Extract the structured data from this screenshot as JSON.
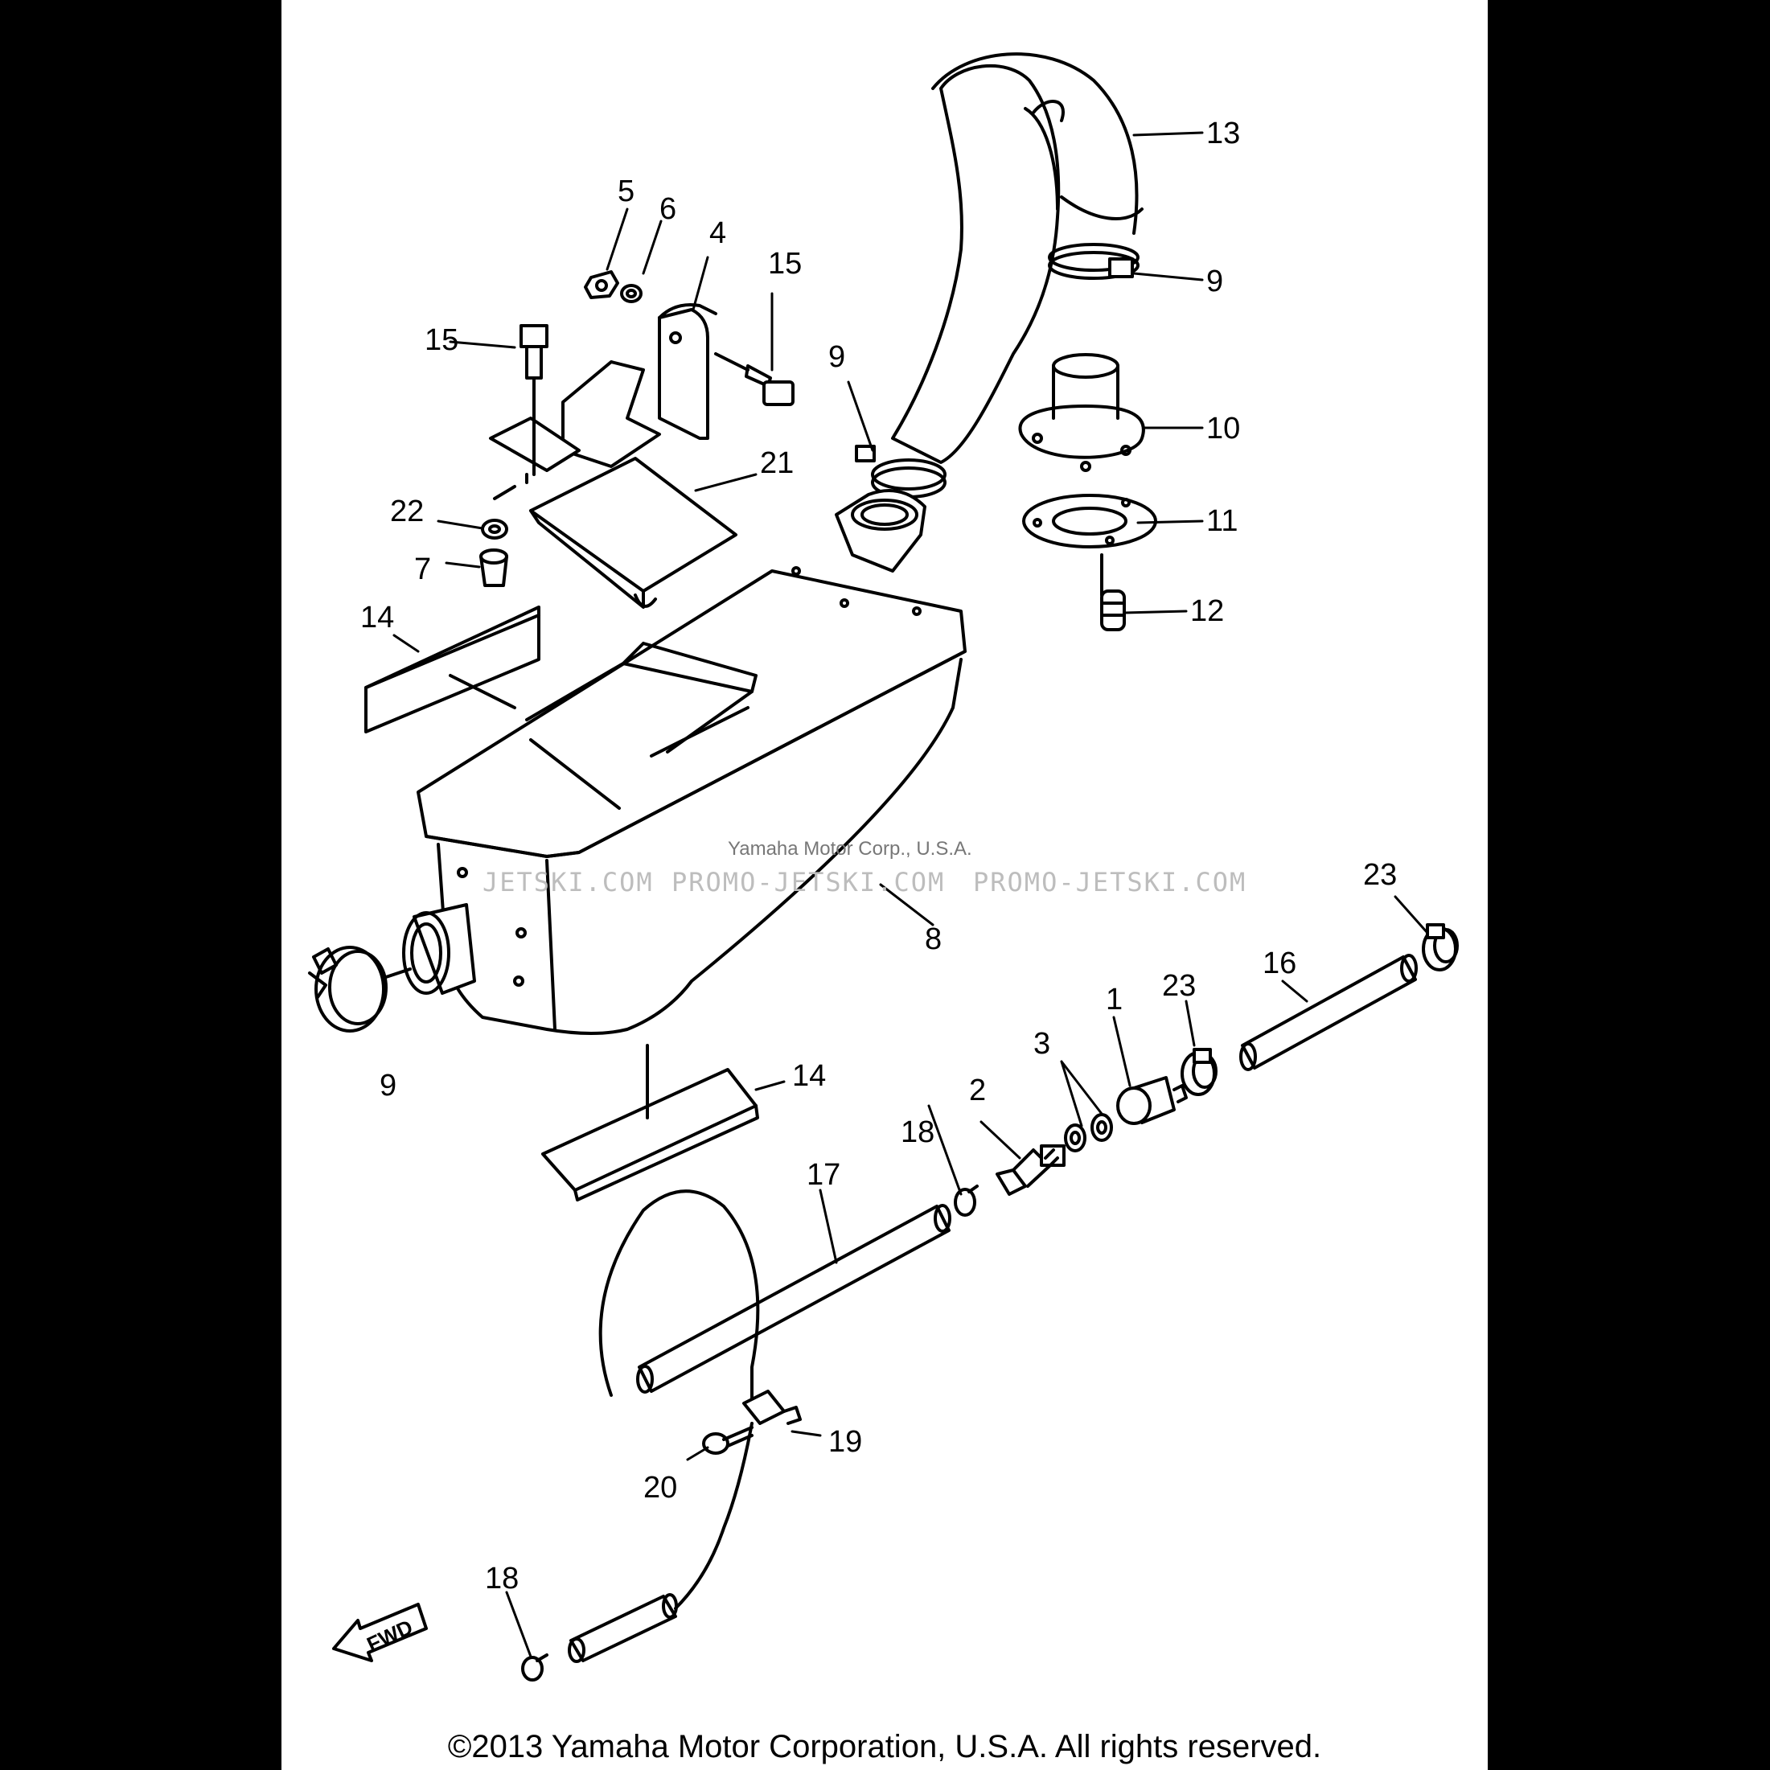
{
  "callouts": {
    "c13": "13",
    "c9a": "9",
    "c5": "5",
    "c6": "6",
    "c4": "4",
    "c15a": "15",
    "c15b": "15",
    "c9b": "9",
    "c10": "10",
    "c21": "21",
    "c11": "11",
    "c22": "22",
    "c7": "7",
    "c12": "12",
    "c14a": "14",
    "c23a": "23",
    "c8": "8",
    "c16": "16",
    "c9c": "9",
    "c23b": "23",
    "c3": "3",
    "c1": "1",
    "c14b": "14",
    "c2": "2",
    "c18a": "18",
    "c17": "17",
    "c19": "19",
    "c20": "20",
    "c18b": "18"
  },
  "watermark": {
    "left": "JETSKI.COM",
    "middle": "PROMO-JETSKI.COM",
    "right": "PROMO-JETSKI.COM",
    "overlay": "Yamaha Motor Corp., U.S.A."
  },
  "fwd_label": "FWD",
  "copyright": "©2013 Yamaha Motor Corporation, U.S.A. All rights reserved.",
  "colors": {
    "background": "#000000",
    "sheet": "#ffffff",
    "ink": "#000000",
    "watermark": "#bdbdbd"
  }
}
